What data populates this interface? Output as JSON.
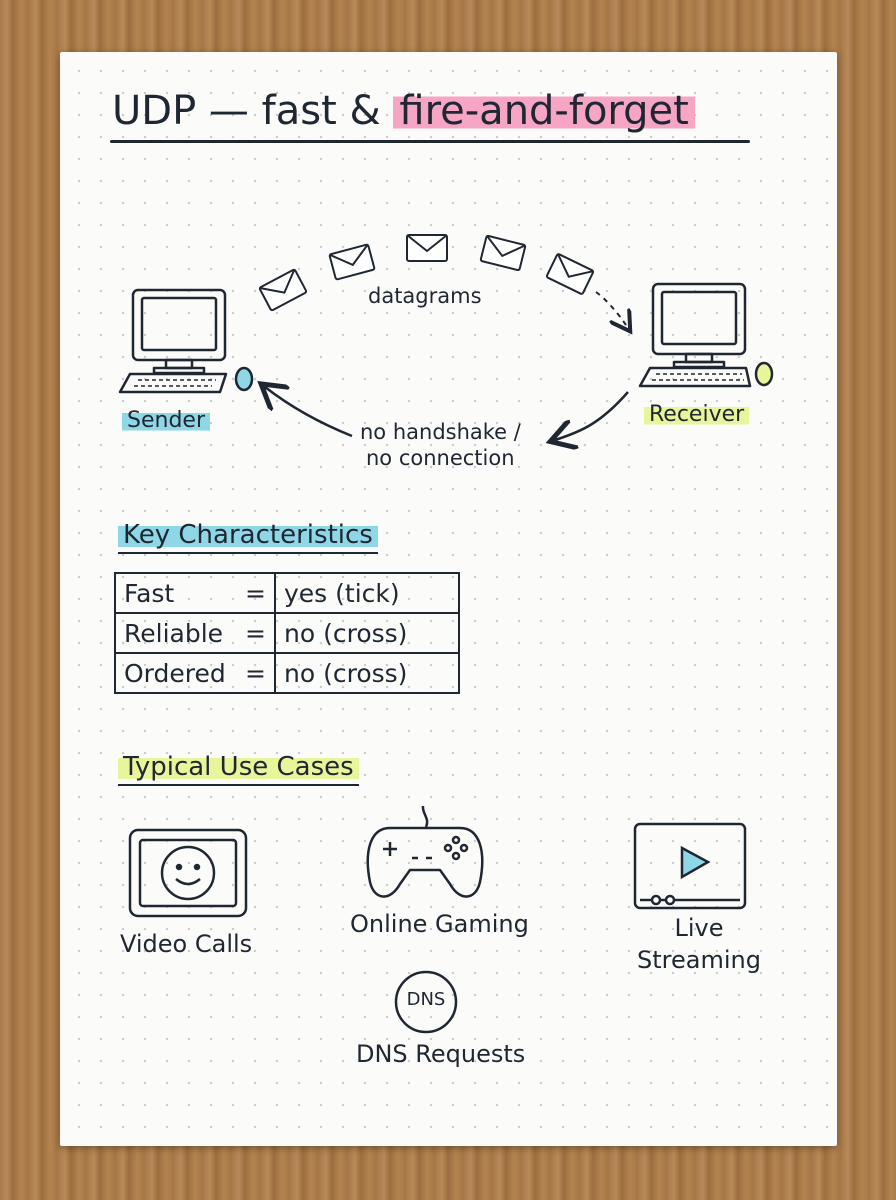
{
  "title": {
    "prefix": "UDP — fast & ",
    "highlight": "fire-and-forget"
  },
  "diagram": {
    "sender_label": "Sender",
    "receiver_label": "Receiver",
    "datagrams_label": "datagrams",
    "return_label_line1": "no handshake /",
    "return_label_line2": "no connection"
  },
  "characteristics": {
    "heading": "Key Characteristics",
    "rows": [
      {
        "name": "Fast",
        "eq": "=",
        "value": "yes  (tick)"
      },
      {
        "name": "Reliable",
        "eq": "=",
        "value": "no  (cross)"
      },
      {
        "name": "Ordered",
        "eq": "=",
        "value": "no  (cross)"
      }
    ]
  },
  "use_cases": {
    "heading": "Typical Use Cases",
    "video_calls": "Video Calls",
    "online_gaming": "Online Gaming",
    "live_streaming_line1": "Live",
    "live_streaming_line2": "Streaming",
    "dns_icon_text": "DNS",
    "dns_requests": "DNS Requests"
  },
  "colors": {
    "ink": "#1f2733",
    "pink_highlight": "#f6a6c4",
    "blue_highlight": "#8fd6e6",
    "yellow_highlight": "#e9f59a"
  }
}
